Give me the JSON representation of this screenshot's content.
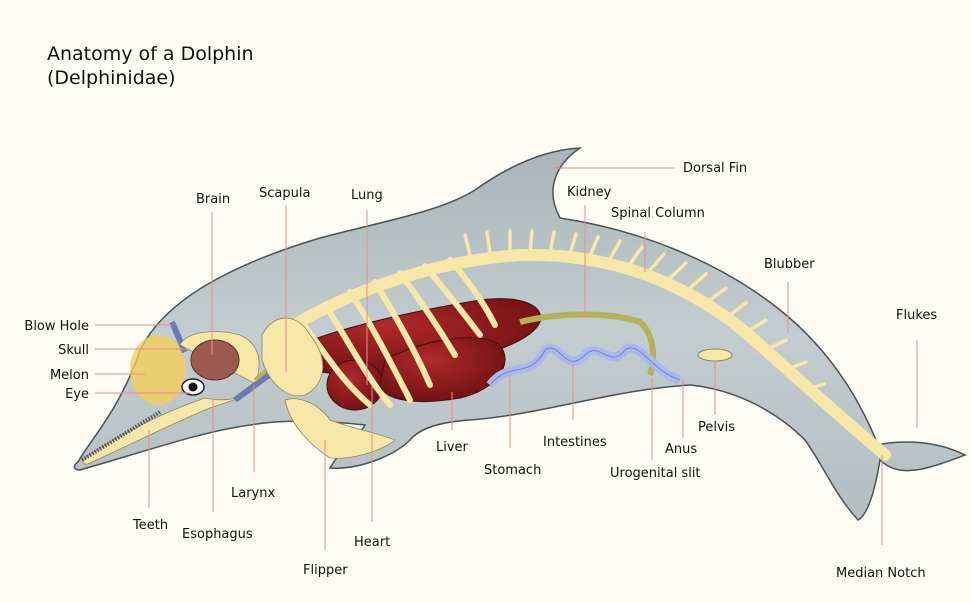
{
  "title": {
    "line1": "Anatomy of a Dolphin",
    "line2": "(Delphinidae)"
  },
  "colors": {
    "body": "#bcc7c9",
    "bone": "#f7e7a8",
    "organ": "#8e1a1c",
    "intestine": "#aab8ee",
    "melon": "#f3cf58",
    "leader": "#ef8a8a",
    "background": "#fdfdf6"
  },
  "labels": {
    "dorsal_fin": "Dorsal Fin",
    "kidney": "Kidney",
    "spinal_column": "Spinal Column",
    "blubber": "Blubber",
    "flukes": "Flukes",
    "median_notch": "Median Notch",
    "pelvis": "Pelvis",
    "anus": "Anus",
    "urogenital_slit": "Urogenital slit",
    "intestines": "Intestines",
    "stomach": "Stomach",
    "liver": "Liver",
    "heart": "Heart",
    "lung": "Lung",
    "scapula": "Scapula",
    "brain": "Brain",
    "flipper": "Flipper",
    "larynx": "Larynx",
    "esophagus": "Esophagus",
    "teeth": "Teeth",
    "blow_hole": "Blow Hole",
    "skull": "Skull",
    "melon": "Melon",
    "eye": "Eye"
  }
}
